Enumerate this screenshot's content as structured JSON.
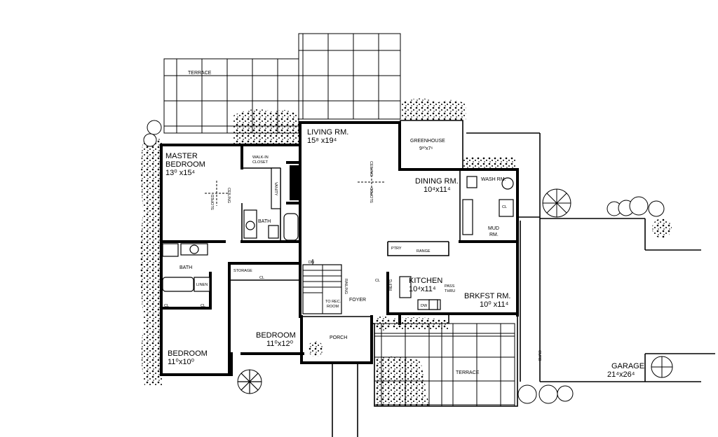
{
  "rooms": {
    "terrace_top": {
      "name": "TERRACE"
    },
    "master_bedroom": {
      "name_1": "MASTER",
      "name_2": "BEDROOM",
      "size": "13⁰ x15⁴"
    },
    "walk_in_closet": {
      "name_1": "WALK-IN",
      "name_2": "CLOSET"
    },
    "vanity": {
      "name": "VANITY"
    },
    "master_bath": {
      "name": "BATH"
    },
    "living_room": {
      "name": "LIVING RM.",
      "size": "15⁸ x19⁴"
    },
    "greenhouse": {
      "name": "GREENHOUSE",
      "size": "9¹⁰x7⁶"
    },
    "dining_room": {
      "name": "DINING RM.",
      "size": "10⁴x11⁴"
    },
    "wash_room": {
      "name": "WASH RM."
    },
    "mud_room": {
      "name_1": "MUD",
      "name_2": "RM."
    },
    "hall_bath": {
      "name": "BATH"
    },
    "storage": {
      "name": "STORAGE"
    },
    "linen": {
      "name": "LINEN"
    },
    "stairs": {
      "dn": "DN",
      "railing": "RAILING",
      "to_rec_room_1": "TO REC.",
      "to_rec_room_2": "ROOM"
    },
    "foyer": {
      "name": "FOYER"
    },
    "kitchen": {
      "name": "KITCHEN",
      "size": "10⁴x11⁴",
      "ref": "REF'G",
      "pantry": "PTRY",
      "range": "RANGE",
      "dw": "DW",
      "pass_thru_1": "PASS",
      "pass_thru_2": "THRU"
    },
    "breakfast_room": {
      "name": "BRKFST RM.",
      "size": "10⁰ x11⁴"
    },
    "bedroom_right": {
      "name": "BEDROOM",
      "size": "11⁰x12⁰"
    },
    "porch": {
      "name": "PORCH"
    },
    "bedroom_left": {
      "name": "BEDROOM",
      "size": "11⁰x10⁰"
    },
    "terrace_bottom": {
      "name": "TERRACE"
    },
    "garage": {
      "name": "GARAGE",
      "size": "21⁴x26⁴"
    },
    "curb": {
      "name": "CURB"
    }
  },
  "notes": {
    "sloped": "SLOPED",
    "ceiling": "CEILING",
    "closet": "CL"
  }
}
